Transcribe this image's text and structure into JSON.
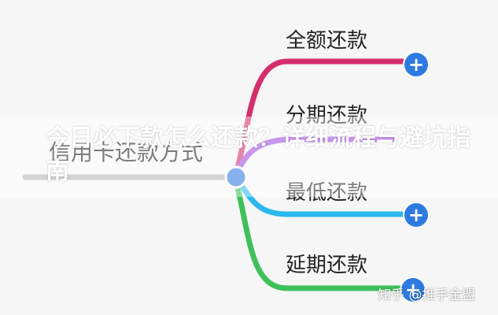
{
  "mind_map": {
    "root": "信用卡还款方式",
    "branches": [
      {
        "label": "全额还款",
        "color": "#d42e6b",
        "expand": "+"
      },
      {
        "label": "分期还款",
        "color": "#a04ae0",
        "expand": ""
      },
      {
        "label": "最低还款",
        "color": "#2bb8ee",
        "expand": "+"
      },
      {
        "label": "延期还款",
        "color": "#3fc05a",
        "expand": "+"
      }
    ]
  },
  "overlay": {
    "title": "今日必下款怎么还款？详细流程与避坑指南"
  },
  "watermark": "知乎 @推手金盟"
}
